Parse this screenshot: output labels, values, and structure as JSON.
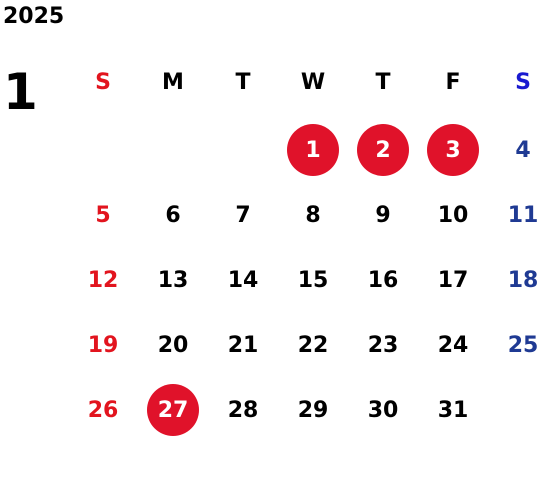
{
  "year": "2025",
  "month": "1",
  "colors": {
    "sunday": "#e2141e",
    "saturday": "#1f3a93",
    "saturday_header": "#1a1ad0",
    "weekday": "#000000",
    "holiday_circle": "#e0122a",
    "holiday_text": "#ffffff"
  },
  "weekdays": [
    "S",
    "M",
    "T",
    "W",
    "T",
    "F",
    "S"
  ],
  "weeks": [
    [
      "",
      "",
      "",
      "1",
      "2",
      "3",
      "4"
    ],
    [
      "5",
      "6",
      "7",
      "8",
      "9",
      "10",
      "11"
    ],
    [
      "12",
      "13",
      "14",
      "15",
      "16",
      "17",
      "18"
    ],
    [
      "19",
      "20",
      "21",
      "22",
      "23",
      "24",
      "25"
    ],
    [
      "26",
      "27",
      "28",
      "29",
      "30",
      "31",
      ""
    ]
  ],
  "holidays": [
    "1",
    "2",
    "3",
    "27"
  ]
}
